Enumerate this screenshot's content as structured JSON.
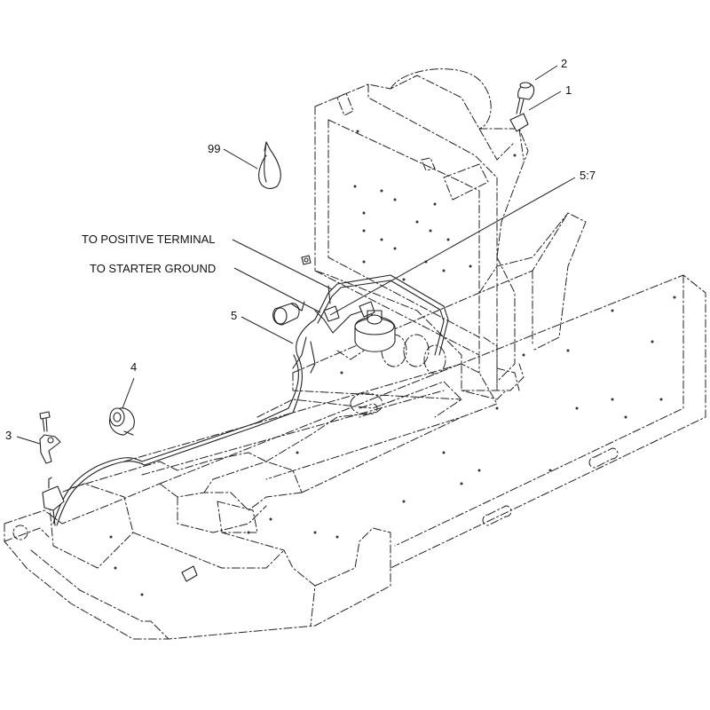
{
  "callouts": {
    "c99": "99",
    "c2": "2",
    "c1": "1",
    "c57": "5:7",
    "positive": "TO POSITIVE TERMINAL",
    "starter": "TO STARTER GROUND",
    "c5": "5",
    "c4": "4",
    "c3": "3"
  }
}
